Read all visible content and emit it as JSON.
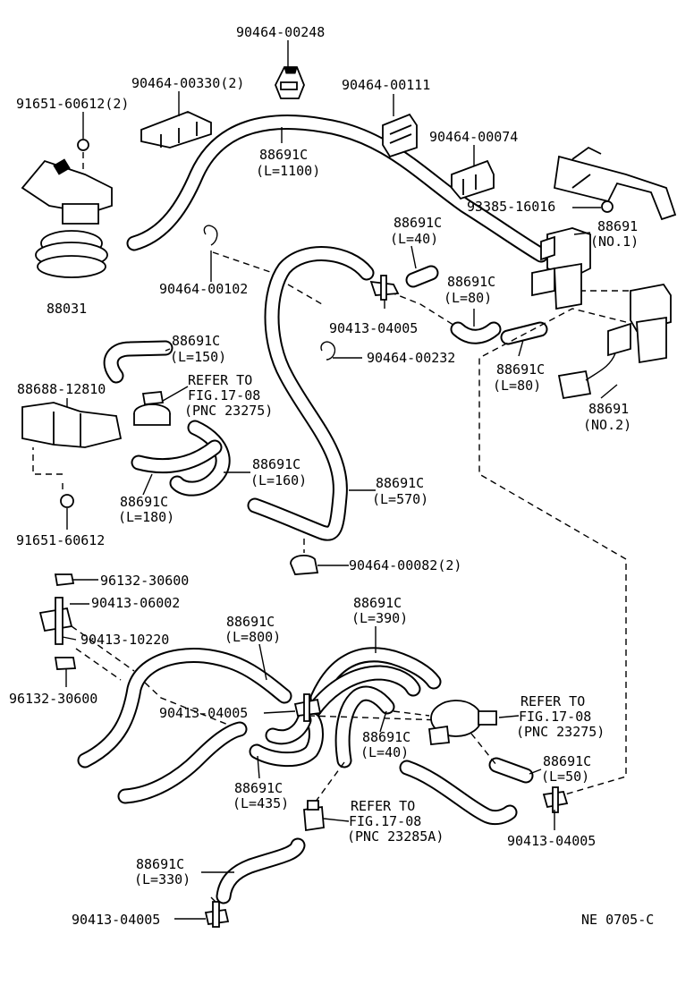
{
  "diagram": {
    "labels": {
      "p_90464_00248": "90464-00248",
      "p_90464_00330": "90464-00330(2)",
      "p_90464_00111": "90464-00111",
      "p_91651_60612_2": "91651-60612(2)",
      "p_90464_00074": "90464-00074",
      "h_1100_a": "88691C",
      "h_1100_b": "(L=1100)",
      "p_93385_16016": "93385-16016",
      "p_88691_no1_a": "88691",
      "p_88691_no1_b": "(NO.1)",
      "h_40a_a": "88691C",
      "h_40a_b": "(L=40)",
      "p_90464_00102": "90464-00102",
      "h_80a_a": "88691C",
      "h_80a_b": "(L=80)",
      "p_88031": "88031",
      "p_90413_04005_a": "90413-04005",
      "p_90464_00232": "90464-00232",
      "h_150_a": "88691C",
      "h_150_b": "(L=150)",
      "h_80b_a": "88691C",
      "h_80b_b": "(L=80)",
      "p_88688_12810": "88688-12810",
      "ref1_a": "REFER TO",
      "ref1_b": "FIG.17-08",
      "ref1_c": "(PNC 23275)",
      "p_88691_no2_a": "88691",
      "p_88691_no2_b": "(NO.2)",
      "h_160_a": "88691C",
      "h_160_b": "(L=160)",
      "h_570_a": "88691C",
      "h_570_b": "(L=570)",
      "h_180_a": "88691C",
      "h_180_b": "(L=180)",
      "p_91651_60612": "91651-60612",
      "p_90464_00082": "90464-00082(2)",
      "p_96132_30600_a": "96132-30600",
      "p_90413_06002": "90413-06002",
      "h_390_a": "88691C",
      "h_390_b": "(L=390)",
      "h_800_a": "88691C",
      "h_800_b": "(L=800)",
      "p_90413_10220": "90413-10220",
      "p_96132_30600_b": "96132-30600",
      "ref2_a": "REFER TO",
      "ref2_b": "FIG.17-08",
      "ref2_c": "(PNC 23275)",
      "p_90413_04005_b": "90413-04005",
      "h_40b_a": "88691C",
      "h_40b_b": "(L=40)",
      "h_50_a": "88691C",
      "h_50_b": "(L=50)",
      "h_435_a": "88691C",
      "h_435_b": "(L=435)",
      "ref3_a": "REFER TO",
      "ref3_b": "FIG.17-08",
      "ref3_c": "(PNC 23285A)",
      "p_90413_04005_c": "90413-04005",
      "h_330_a": "88691C",
      "h_330_b": "(L=330)",
      "p_90413_04005_d": "90413-04005",
      "footer_code": "NE 0705-C"
    }
  }
}
